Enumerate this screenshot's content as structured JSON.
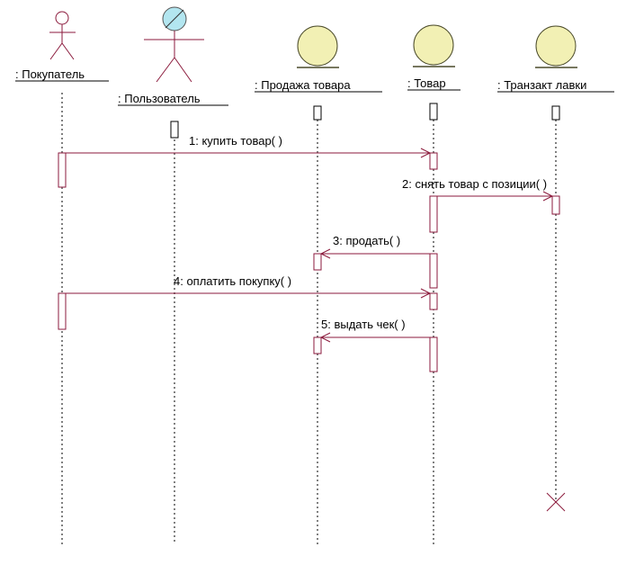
{
  "diagram": {
    "participants": [
      {
        "id": "p1",
        "label": ": Покупатель",
        "kind": "actor"
      },
      {
        "id": "p2",
        "label": ": Пользователь",
        "kind": "actor-business"
      },
      {
        "id": "p3",
        "label": ": Продажа товара",
        "kind": "entity"
      },
      {
        "id": "p4",
        "label": ": Товар",
        "kind": "entity"
      },
      {
        "id": "p5",
        "label": ": Транзакт лавки",
        "kind": "entity"
      }
    ],
    "messages": [
      {
        "id": "m1",
        "label": "1: купить товар( )",
        "from": "p1",
        "to": "p4"
      },
      {
        "id": "m2",
        "label": "2: снять товар с позиции( )",
        "from": "p4",
        "to": "p5"
      },
      {
        "id": "m3",
        "label": "3: продать( )",
        "from": "p4",
        "to": "p3"
      },
      {
        "id": "m4",
        "label": "4: оплатить покупку( )",
        "from": "p1",
        "to": "p4"
      },
      {
        "id": "m5",
        "label": "5: выдать чек( )",
        "from": "p4",
        "to": "p3"
      }
    ],
    "destroyed": [
      "p5"
    ],
    "colors": {
      "line": "#8b1a3c",
      "entity_fill": "#f2f0b4",
      "entity_stroke": "#4a4a2a",
      "actor2_fill": "#b3e6f0"
    }
  }
}
